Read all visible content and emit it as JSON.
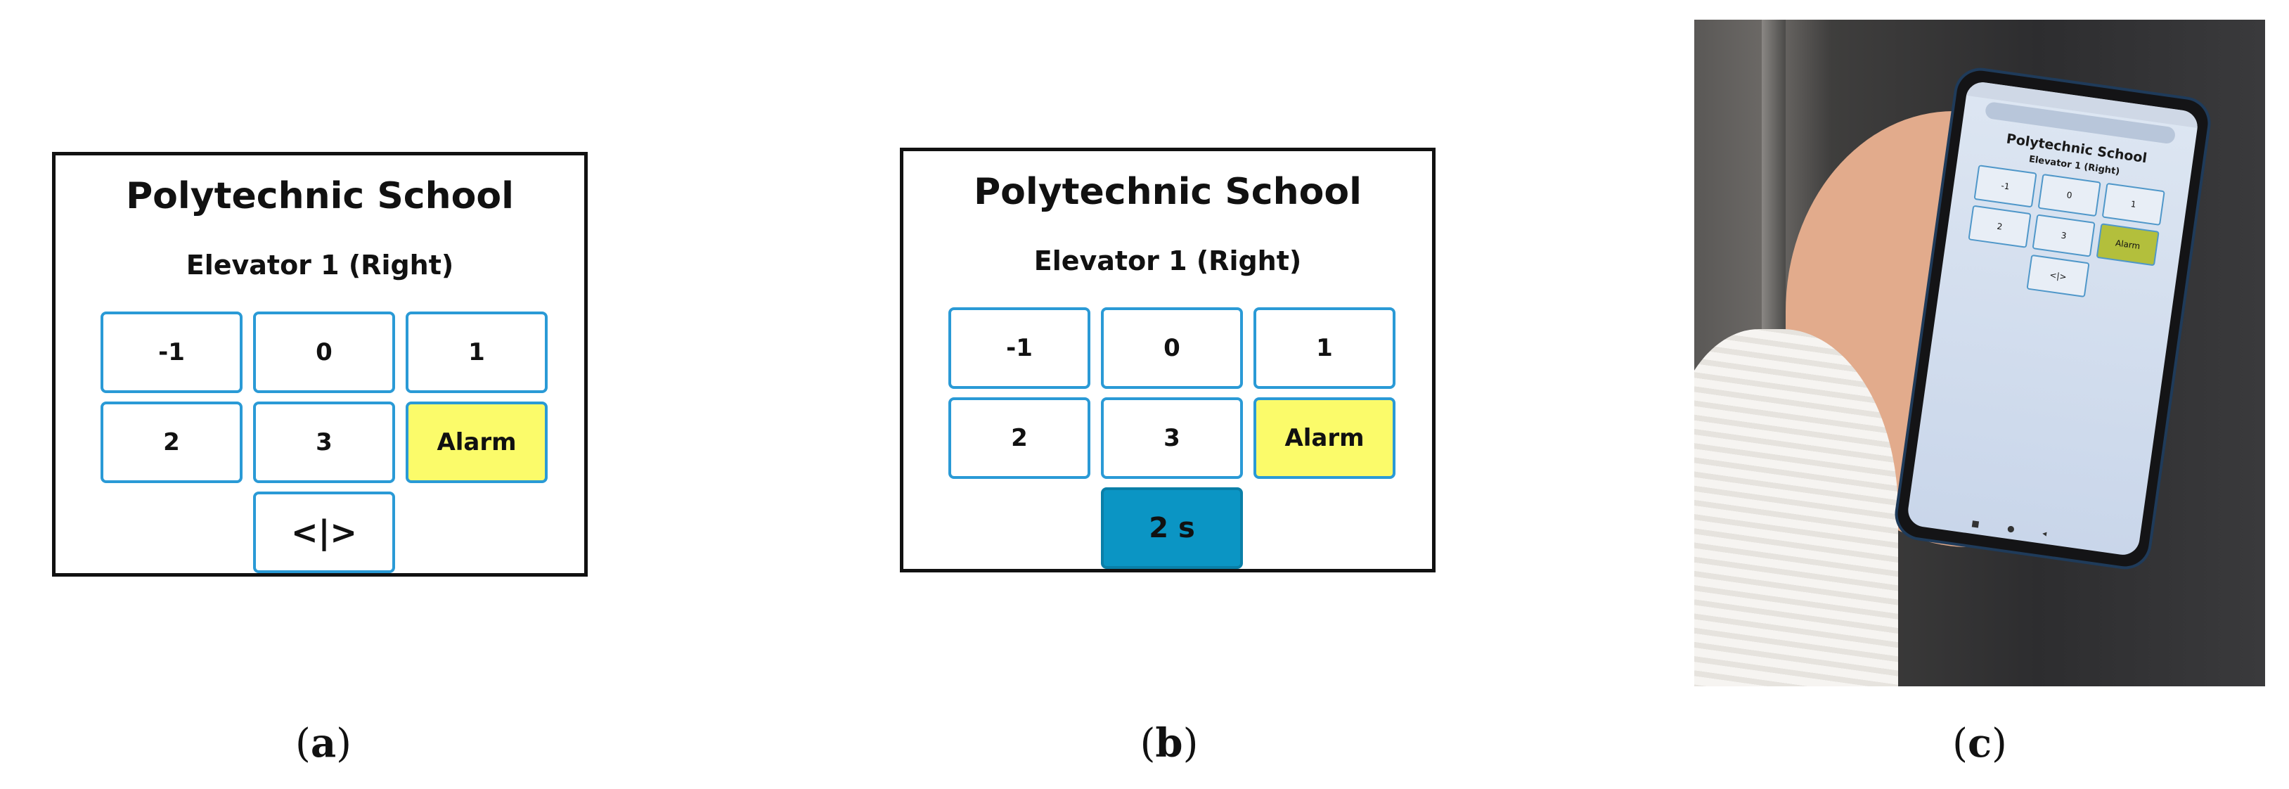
{
  "panels": [
    {
      "title": "Polytechnic School",
      "subtitle": "Elevator 1 (Right)",
      "buttons": [
        "-1",
        "0",
        "1",
        "2",
        "3",
        "Alarm",
        "<|>"
      ],
      "caption_letter": "a"
    },
    {
      "title": "Polytechnic School",
      "subtitle": "Elevator 1 (Right)",
      "buttons": [
        "-1",
        "0",
        "1",
        "2",
        "3",
        "Alarm",
        "2 s"
      ],
      "caption_letter": "b"
    }
  ],
  "photo": {
    "screen_title": "Polytechnic School",
    "screen_subtitle": "Elevator 1 (Right)",
    "buttons": [
      "-1",
      "0",
      "1",
      "2",
      "3",
      "Alarm",
      "<|>"
    ],
    "caption_letter": "c"
  },
  "colors": {
    "button_border": "#2a9ad6",
    "alarm_yellow": "#fbfb6a",
    "timer_blue": "#0b95c4"
  }
}
